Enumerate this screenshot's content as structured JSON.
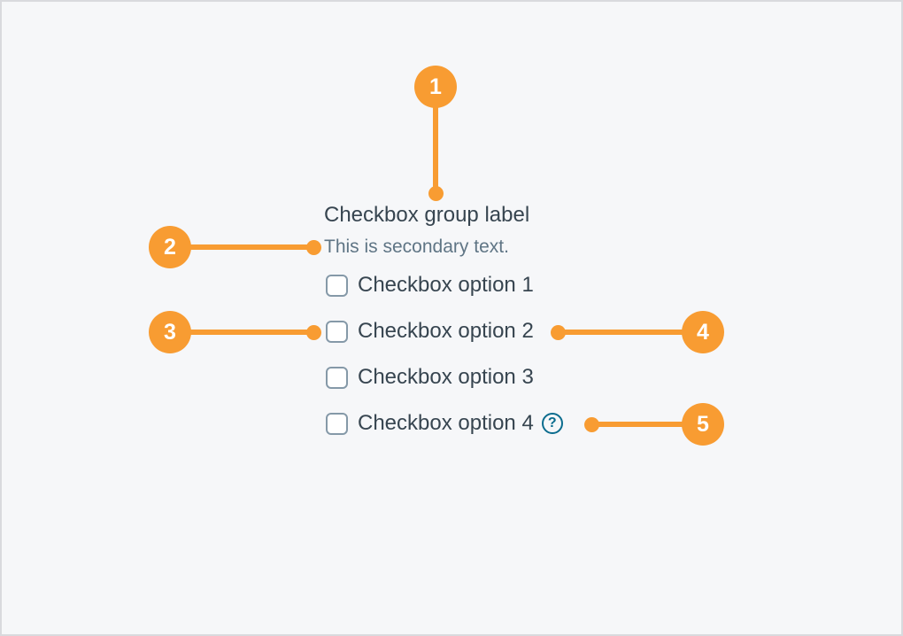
{
  "diagram": {
    "background_color": "#f6f7f9",
    "border_color": "#d9dade"
  },
  "colors": {
    "annotation_orange": "#f89c32",
    "primary_text": "#374550",
    "secondary_text": "#5f7585",
    "checkbox_border": "#8599a8",
    "help_icon_teal": "#0a6c8e"
  },
  "checkbox_group": {
    "label": "Checkbox group label",
    "secondary_text": "This is secondary text.",
    "options": [
      {
        "label": "Checkbox option 1",
        "checked": false
      },
      {
        "label": "Checkbox option 2",
        "checked": false
      },
      {
        "label": "Checkbox option 3",
        "checked": false
      },
      {
        "label": "Checkbox option 4",
        "checked": false
      }
    ],
    "help_icon_glyph": "?"
  },
  "annotations": [
    {
      "number": "1"
    },
    {
      "number": "2"
    },
    {
      "number": "3"
    },
    {
      "number": "4"
    },
    {
      "number": "5"
    }
  ]
}
